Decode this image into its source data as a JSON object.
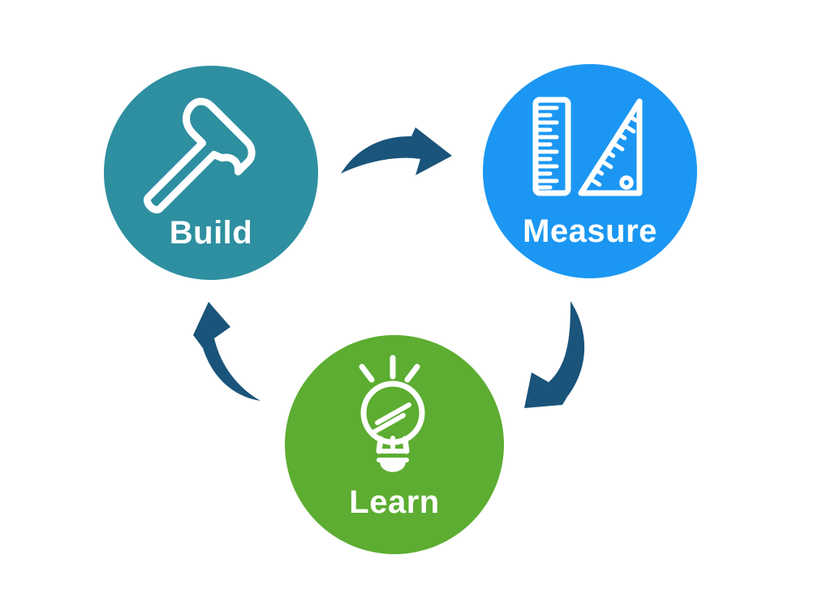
{
  "diagram": {
    "type": "cycle",
    "background_color": "#ffffff",
    "text_color": "#ffffff",
    "arrow_color": "#1A547B",
    "nodes": [
      {
        "id": "build",
        "label": "Build",
        "color": "#2E8FA0",
        "icon": "hammer-icon"
      },
      {
        "id": "measure",
        "label": "Measure",
        "color": "#1B97F3",
        "icon": "ruler-and-set-square-icon"
      },
      {
        "id": "learn",
        "label": "Learn",
        "color": "#5CAD31",
        "icon": "lightbulb-icon"
      }
    ],
    "arrows": [
      {
        "from": "build",
        "to": "measure"
      },
      {
        "from": "measure",
        "to": "learn"
      },
      {
        "from": "learn",
        "to": "build"
      }
    ]
  }
}
